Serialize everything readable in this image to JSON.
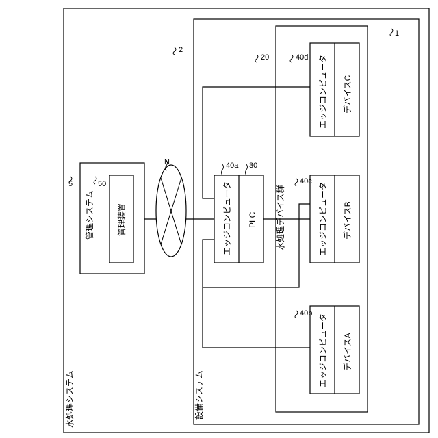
{
  "water_system": {
    "label": "水処理システム",
    "ref": "1"
  },
  "facility_system": {
    "label": "設備システム",
    "ref": "2"
  },
  "device_group": {
    "label": "水処理デバイス群",
    "ref": "20"
  },
  "management_system": {
    "label": "管理システム",
    "ref": "5"
  },
  "management_device": {
    "label": "管理装置",
    "ref": "50"
  },
  "network": {
    "ref": "N"
  },
  "center_unit": {
    "edge_label": "エッジコンピュータ",
    "edge_ref": "40a",
    "plc_label": "PLC",
    "plc_ref": "30"
  },
  "device_a": {
    "edge_label": "エッジコンピュータ",
    "edge_ref": "40b",
    "device_label": "デバイスA"
  },
  "device_b": {
    "edge_label": "エッジコンピュータ",
    "edge_ref": "40c",
    "device_label": "デバイスB"
  },
  "device_c": {
    "edge_label": "エッジコンピュータ",
    "edge_ref": "40d",
    "device_label": "デバイスC"
  }
}
